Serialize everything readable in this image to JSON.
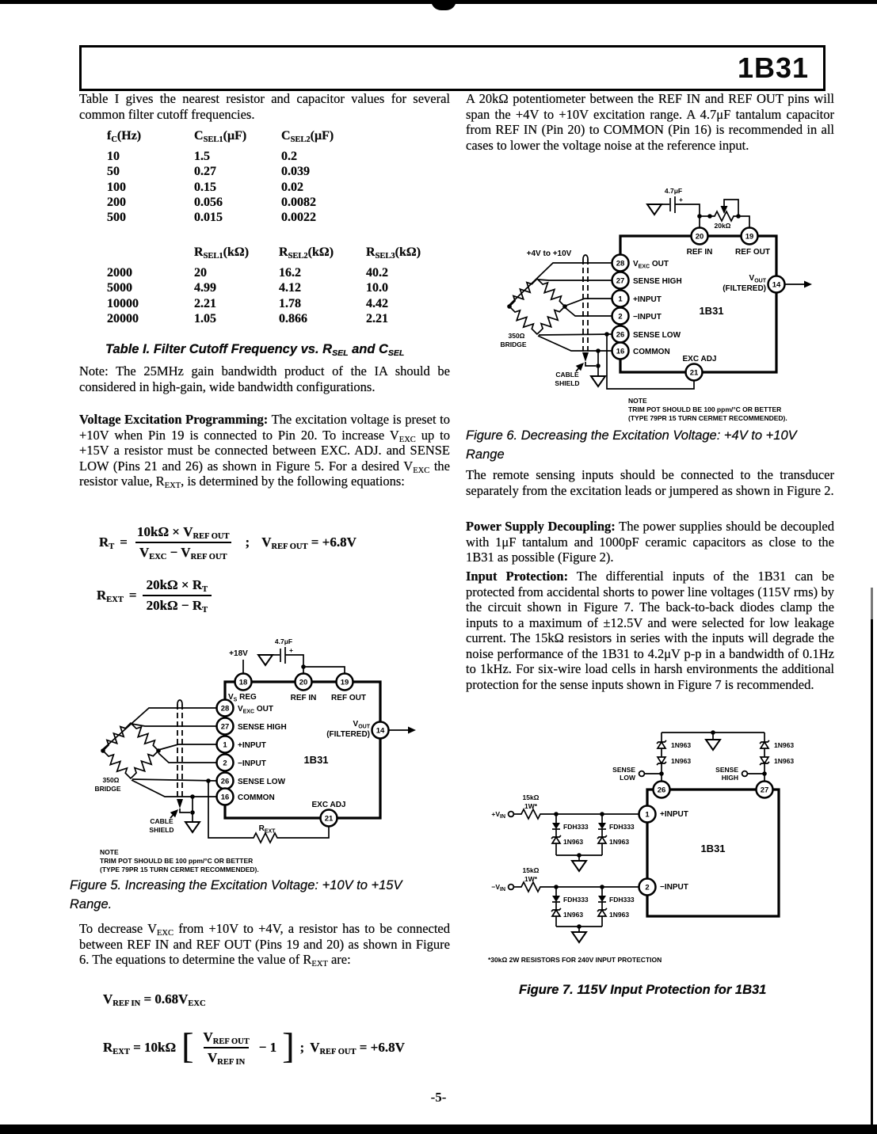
{
  "header": {
    "part_number": "1B31"
  },
  "artifacts": {
    "page_number": "-5-"
  },
  "left": {
    "intro": "Table I gives the nearest resistor and capacitor values for several common filter cutoff frequencies.",
    "table1": {
      "h": [
        {
          "b": "f",
          "s": "C",
          "u": "(Hz)"
        },
        {
          "b": "C",
          "s": "SEL1",
          "u": "(μF)"
        },
        {
          "b": "C",
          "s": "SEL2",
          "u": "(μF)"
        }
      ],
      "rows": [
        [
          "10",
          "1.5",
          "0.2"
        ],
        [
          "50",
          "0.27",
          "0.039"
        ],
        [
          "100",
          "0.15",
          "0.02"
        ],
        [
          "200",
          "0.056",
          "0.0082"
        ],
        [
          "500",
          "0.015",
          "0.0022"
        ]
      ]
    },
    "table2": {
      "h": [
        {
          "b": "R",
          "s": "SEL1",
          "u": "(kΩ)"
        },
        {
          "b": "R",
          "s": "SEL2",
          "u": "(kΩ)"
        },
        {
          "b": "R",
          "s": "SEL3",
          "u": "(kΩ)"
        }
      ],
      "rows": [
        [
          "2000",
          "20",
          "16.2",
          "40.2"
        ],
        [
          "5000",
          "4.99",
          "4.12",
          "10.0"
        ],
        [
          "10000",
          "2.21",
          "1.78",
          "4.42"
        ],
        [
          "20000",
          "1.05",
          "0.866",
          "2.21"
        ]
      ]
    },
    "table_caption": {
      "t1": "Table I. Filter Cutoff Frequency vs. R",
      "s1": "SEL",
      "t2": " and C",
      "s2": "SEL"
    },
    "note": "Note: The 25MHz gain bandwidth product of the IA should be considered in high-gain, wide bandwidth configurations.",
    "vep": {
      "lead": "Voltage Excitation Programming:",
      "t1": " The excitation voltage is preset to +10V when Pin 19 is connected to Pin 20. To increase V",
      "s1": "EXC",
      "t2": " up to +15V a resistor must be connected between EXC. ADJ. and SENSE LOW (Pins 21 and 26) as shown in Figure 5. For a desired V",
      "s2": "EXC",
      "t3": " the resistor value, R",
      "s3": "EXT",
      "t4": ", is determined by the following equations:"
    },
    "fig5_caption": {
      "l1": "Figure 5.  Increasing the Excitation Voltage: +10V to +15V",
      "l2": "Range."
    },
    "decrease": {
      "t1": "To decrease V",
      "s1": "EXC",
      "t2": " from +10V to +4V, a resistor has to be connected between REF IN and REF OUT (Pins 19 and 20) as shown in Figure 6. The equations to determine the value of R",
      "s2": "EXT",
      "t3": " are:"
    }
  },
  "right": {
    "p1": "A 20kΩ potentiometer between the REF IN and REF OUT pins will span the +4V to +10V excitation range. A 4.7μF tantalum capacitor from REF IN (Pin 20) to COMMON (Pin 16) is recommended in all cases to lower the voltage noise at the reference input.",
    "fig6_caption": {
      "l1": "Figure 6.  Decreasing the Excitation Voltage: +4V to +10V",
      "l2": "Range"
    },
    "p2": "The remote sensing inputs should be connected to the transducer separately from the excitation leads or jumpered as shown in Figure 2.",
    "p3": {
      "lead": "Power Supply Decoupling:",
      "rest": " The power supplies should be decoupled with 1μF tantalum and 1000pF ceramic capacitors as close to the 1B31 as possible (Figure 2)."
    },
    "p4": {
      "lead": "Input Protection:",
      "rest": " The differential inputs of the 1B31 can be protected from accidental shorts to power line voltages (115V rms) by the circuit shown in Figure 7. The back-to-back diodes clamp the inputs to a maximum of ±12.5V and were selected for low leakage current. The 15kΩ resistors in series with the inputs will degrade the noise performance of the 1B31 to 4.2μV p-p in a bandwidth of 0.1Hz to 1kHz. For six-wire load cells in harsh environments the additional protection for the sense inputs shown in Figure 7 is recommended."
    },
    "fig7_caption": "Figure 7.  115V Input Protection for 1B31"
  },
  "equations": {
    "eq1": {
      "lb": "R",
      "ls": "T",
      "eq": "=",
      "n1": "10kΩ × V",
      "ns1": "REF OUT",
      "d1": "V",
      "ds1": "EXC",
      "d2": " − V",
      "ds2": "REF OUT",
      "semi": ";",
      "r1": "V",
      "rs1": "REF OUT",
      "r2": " = +6.8V"
    },
    "eq2": {
      "lb": "R",
      "ls": "EXT",
      "eq": "=",
      "n1": "20kΩ × R",
      "ns1": "T",
      "d1": "20kΩ − R",
      "ds1": "T"
    },
    "eq3": {
      "lb": "V",
      "ls": "REF IN",
      "t1": " = 0.68V",
      "ts1": "EXC"
    },
    "eq4": {
      "lb": "R",
      "ls": "EXT",
      "t1": " = 10kΩ",
      "ob": "[",
      "n1": "V",
      "ns1": "REF OUT",
      "d1": "V",
      "ds1": "REF IN",
      "t2": "− 1",
      "cb": "]",
      "semi": ";",
      "r1": "V",
      "rs1": "REF OUT",
      "r2": " = +6.8V"
    }
  },
  "fig5": {
    "supply": "+18V",
    "cap": "4.7μF",
    "pins": {
      "p18": "18",
      "p20": "20",
      "p19": "19",
      "p28": "28",
      "p27": "27",
      "p1": "1",
      "p2": "2",
      "p26": "26",
      "p16": "16",
      "p14": "14",
      "p21": "21"
    },
    "vs_b": "V",
    "vs_s": "S",
    "vs_r": " REG",
    "refin": "REF IN",
    "refout": "REF OUT",
    "vexc_b": "V",
    "vexc_s": "EXC",
    "vexc_r": " OUT",
    "sense_high": "SENSE HIGH",
    "plus_input": "+INPUT",
    "minus_input": "−INPUT",
    "sense_low": "SENSE LOW",
    "common": "COMMON",
    "chip": "1B31",
    "vout_b": "V",
    "vout_s": "OUT",
    "vout_f": "(FILTERED)",
    "exc_adj": "EXC ADJ",
    "rext_b": "R",
    "rext_s": "EXT",
    "bridge1": "350Ω",
    "bridge2": "BRIDGE",
    "shield1": "CABLE",
    "shield2": "SHIELD",
    "note1": "NOTE",
    "note2": "TRIM POT SHOULD BE 100 ppm/°C OR BETTER",
    "note3": "(TYPE 79PR 15 TURN CERMET RECOMMENDED)."
  },
  "fig6": {
    "cap": "4.7μF",
    "pot": "20kΩ",
    "range": "+4V to +10V",
    "pins": {
      "p20": "20",
      "p19": "19",
      "p28": "28",
      "p27": "27",
      "p1": "1",
      "p2": "2",
      "p26": "26",
      "p16": "16",
      "p14": "14",
      "p21": "21"
    },
    "refin": "REF IN",
    "refout": "REF OUT",
    "vexc_b": "V",
    "vexc_s": "EXC",
    "vexc_r": " OUT",
    "sense_high": "SENSE HIGH",
    "plus_input": "+INPUT",
    "minus_input": "−INPUT",
    "sense_low": "SENSE LOW",
    "common": "COMMON",
    "chip": "1B31",
    "vout_b": "V",
    "vout_s": "OUT",
    "vout_f": "(FILTERED)",
    "exc_adj": "EXC ADJ",
    "bridge1": "350Ω",
    "bridge2": "BRIDGE",
    "shield1": "CABLE",
    "shield2": "SHIELD",
    "note1": "NOTE",
    "note2": "TRIM POT SHOULD BE 100 ppm/°C OR BETTER",
    "note3": "(TYPE 79PR 15 TURN CERMET RECOMMENDED)."
  },
  "fig7": {
    "zener": "1N963",
    "diode": "FDH333",
    "sense_low1": "SENSE",
    "sense_low2": "LOW",
    "sense_high1": "SENSE",
    "sense_high2": "HIGH",
    "pins": {
      "p26": "26",
      "p27": "27",
      "p1": "1",
      "p2": "2"
    },
    "plus_input": "+INPUT",
    "minus_input": "−INPUT",
    "chip": "1B31",
    "r_val": "15kΩ",
    "r_w": "1W*",
    "vin_p": "+V",
    "vin_m": "−V",
    "vin_s": "IN",
    "note": "*30kΩ 2W RESISTORS FOR 240V INPUT PROTECTION"
  }
}
